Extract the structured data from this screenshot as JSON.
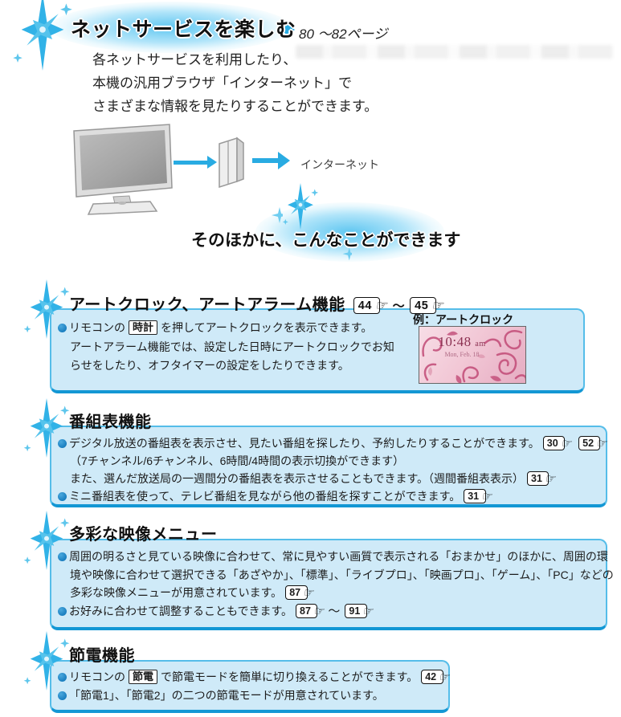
{
  "header": {
    "title": "ネットサービスを楽しむ",
    "page_range": "80 〜82ページ"
  },
  "intro": {
    "line1": "各ネットサービスを利用したり、",
    "line2": "本機の汎用ブラウザ「インターネット」で",
    "line3": "さまざまな情報を見たりすることができます。"
  },
  "illustration": {
    "label": "インターネット"
  },
  "subhead": {
    "title": "そのほかに、こんなことができます"
  },
  "icons": {
    "hand": "☞",
    "sparkle": "sparkle-star",
    "arrow": "right-arrow"
  },
  "s1": {
    "title": "アートクロック、アートアラーム機能",
    "badge1": "44",
    "tilde": "〜",
    "badge2": "45",
    "l1_pre": "リモコンの",
    "l1_button": "時計",
    "l1_post": "を押してアートクロックを表示できます。",
    "l2": "アートアラーム機能では、設定した日時にアートクロックでお知",
    "l3": "らせをしたり、オフタイマーの設定をしたりできます。",
    "example_label": "例：アートクロック",
    "clock_time": "10:48",
    "clock_ampm": "am",
    "clock_date": "Mon, Feb. 18"
  },
  "s2": {
    "title": "番組表機能",
    "l1": "デジタル放送の番組表を表示させ、見たい番組を探したり、予約したりすることができます。",
    "l1_badge1": "30",
    "l1_badge2": "52",
    "l2": "（7チャンネル/6チャンネル、6時間/4時間の表示切換ができます）",
    "l3": "また、選んだ放送局の一週間分の番組表を表示させることもできます。（週間番組表表示）",
    "l3_badge": "31",
    "l4": "ミニ番組表を使って、テレビ番組を見ながら他の番組を探すことができます。",
    "l4_badge": "31"
  },
  "s3": {
    "title": "多彩な映像メニュー",
    "l1": "周囲の明るさと見ている映像に合わせて、常に見やすい画質で表示される「おまかせ」のほかに、周囲の環",
    "l2": "境や映像に合わせて選択できる「あざやか」、「標準」、「ライブプロ」、「映画プロ」、「ゲーム」、「PC」などの",
    "l3": "多彩な映像メニューが用意されています。",
    "l3_badge": "87",
    "l4": "お好みに合わせて調整することもできます。",
    "l4_badge1": "87",
    "tilde": "〜",
    "l4_badge2": "91"
  },
  "s4": {
    "title": "節電機能",
    "l1_pre": "リモコンの",
    "l1_button": "節電",
    "l1_post": "で節電モードを簡単に切り換えることができます。",
    "l1_badge": "42",
    "l2": "「節電1」、「節電2」の二つの節電モードが用意されています。"
  },
  "colors": {
    "accent_blue": "#29abe2",
    "box_fill": "#cfeaf8",
    "box_border": "#55bde9",
    "box_border_bottom": "#1397d4",
    "bullet_blue": "#1b7fc0",
    "clock_pink": "#f2c8d6",
    "clock_swirl": "#c24b77"
  }
}
